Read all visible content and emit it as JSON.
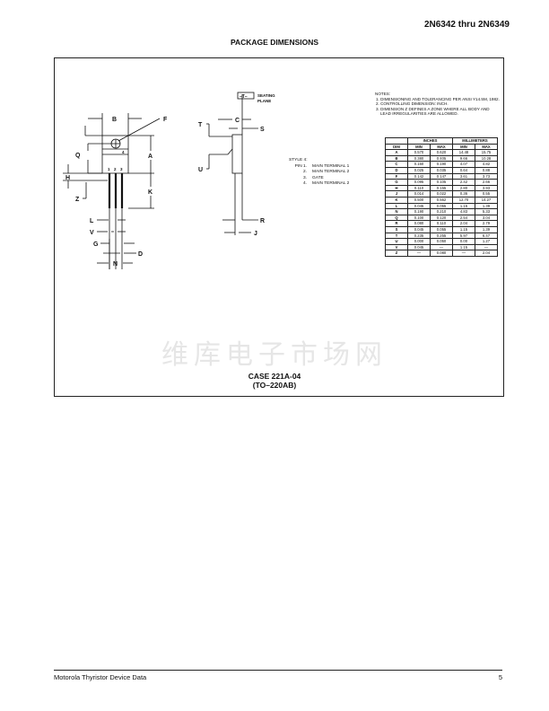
{
  "header": {
    "part_range": "2N6342 thru 2N6349",
    "title": "PACKAGE DIMENSIONS"
  },
  "drawing": {
    "front_labels": {
      "B": "B",
      "F": "F",
      "Q": "Q",
      "A": "A",
      "H": "H",
      "Z": "Z",
      "K": "K",
      "L": "L",
      "V": "V",
      "G": "G",
      "D": "D",
      "N": "N",
      "pin1": "1",
      "pin2": "2",
      "pin3": "3",
      "pin4": "4"
    },
    "side_labels": {
      "seating_tag": "–T–",
      "seating_line1": "SEATING",
      "seating_line2": "PLANE",
      "C": "C",
      "S": "S",
      "T": "T",
      "U": "U",
      "R": "R",
      "J": "J"
    }
  },
  "style": {
    "title": "STYLE 4:",
    "pins": [
      {
        "num": "PIN 1.",
        "name": "MAIN TERMINAL 1"
      },
      {
        "num": "2.",
        "name": "MAIN TERMINAL 2"
      },
      {
        "num": "3.",
        "name": "GATE"
      },
      {
        "num": "4.",
        "name": "MAIN TERMINAL 2"
      }
    ]
  },
  "notes": {
    "title": "NOTES:",
    "items": [
      "1. DIMENSIONING AND TOLERANCING PER ANSI Y14.5M, 1982.",
      "2. CONTROLLING DIMENSION: INCH.",
      "3. DIMENSION Z DEFINES A ZONE WHERE ALL BODY AND LEAD IRREGULARITIES ARE ALLOWED."
    ]
  },
  "table": {
    "group_headers": [
      "INCHES",
      "MILLIMETERS"
    ],
    "columns": [
      "DIM",
      "MIN",
      "MAX",
      "MIN",
      "MAX"
    ],
    "rows": [
      [
        "A",
        "0.570",
        "0.620",
        "14.48",
        "15.75"
      ],
      [
        "B",
        "0.380",
        "0.405",
        "9.66",
        "10.28"
      ],
      [
        "C",
        "0.160",
        "0.190",
        "4.07",
        "4.82"
      ],
      [
        "D",
        "0.025",
        "0.035",
        "0.64",
        "0.88"
      ],
      [
        "F",
        "0.142",
        "0.147",
        "3.61",
        "3.73"
      ],
      [
        "G",
        "0.095",
        "0.105",
        "2.42",
        "2.66"
      ],
      [
        "H",
        "0.110",
        "0.155",
        "2.80",
        "3.93"
      ],
      [
        "J",
        "0.014",
        "0.022",
        "0.36",
        "0.55"
      ],
      [
        "K",
        "0.500",
        "0.562",
        "12.70",
        "14.27"
      ],
      [
        "L",
        "0.045",
        "0.055",
        "1.15",
        "1.39"
      ],
      [
        "N",
        "0.190",
        "0.210",
        "4.83",
        "5.33"
      ],
      [
        "Q",
        "0.100",
        "0.120",
        "2.54",
        "3.04"
      ],
      [
        "R",
        "0.080",
        "0.110",
        "2.04",
        "2.79"
      ],
      [
        "S",
        "0.045",
        "0.055",
        "1.15",
        "1.39"
      ],
      [
        "T",
        "0.235",
        "0.255",
        "5.97",
        "6.47"
      ],
      [
        "U",
        "0.000",
        "0.050",
        "0.00",
        "1.27"
      ],
      [
        "V",
        "0.045",
        "—",
        "1.15",
        "—"
      ],
      [
        "Z",
        "—",
        "0.080",
        "—",
        "2.04"
      ]
    ]
  },
  "watermark": "维库电子市场网",
  "case": {
    "line1": "CASE 221A-04",
    "line2": "(TO–220AB)"
  },
  "footer": {
    "left": "Motorola Thyristor Device Data",
    "page": "5"
  }
}
